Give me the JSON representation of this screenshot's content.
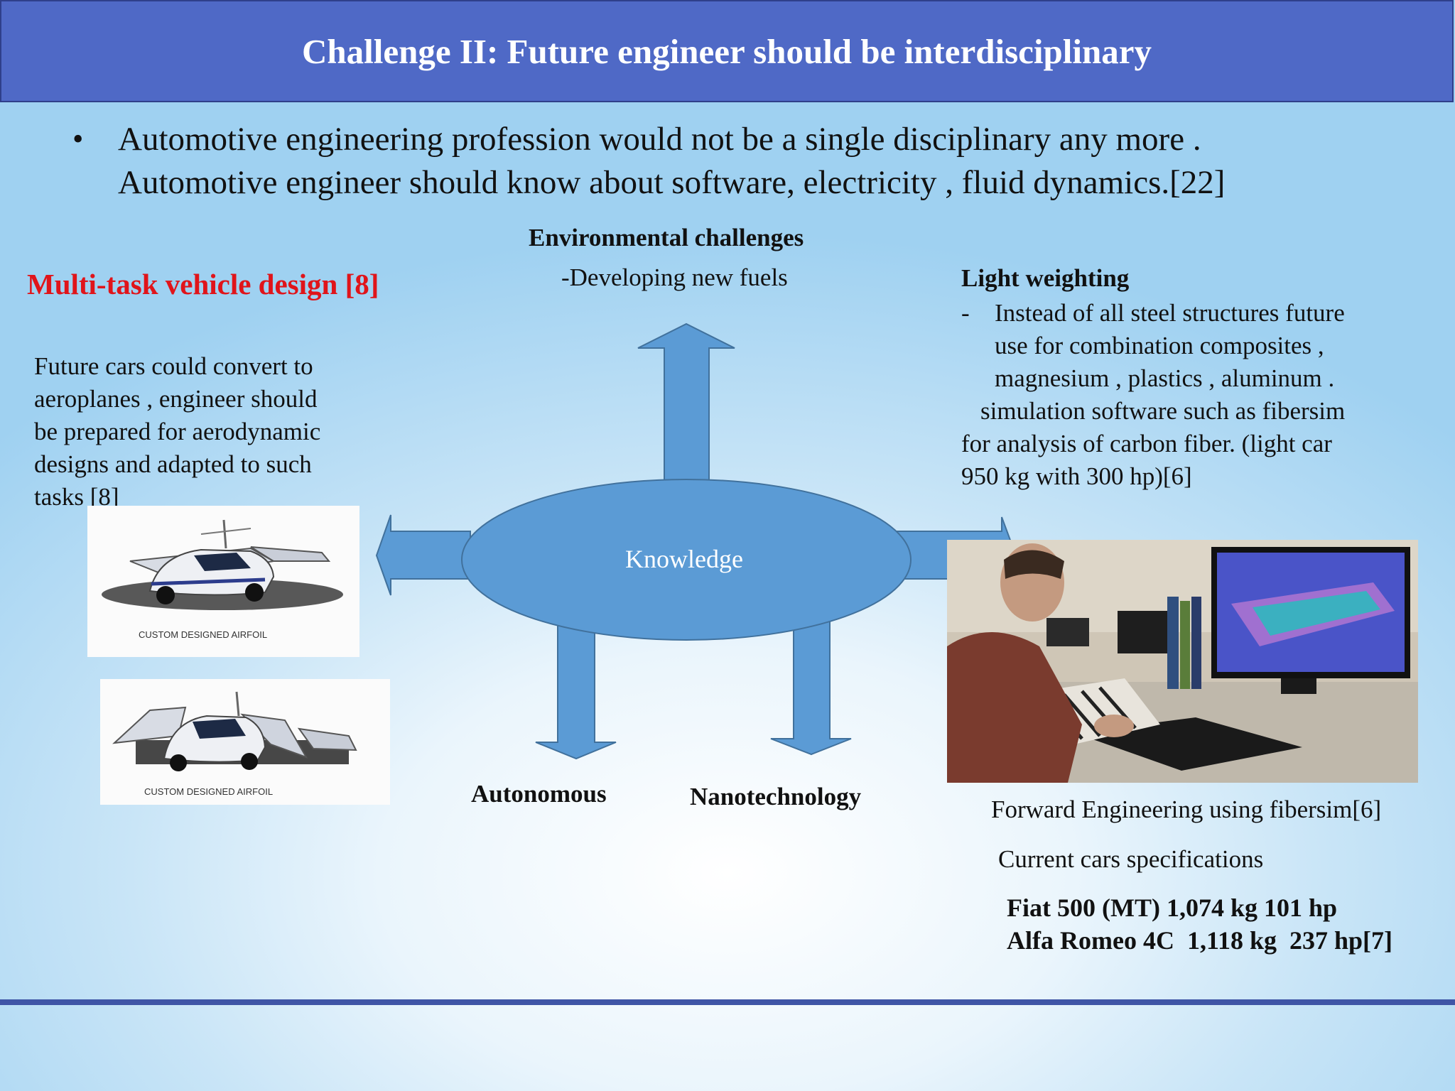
{
  "slide": {
    "title": "Challenge II: Future engineer should be interdisciplinary",
    "bullet_marker": "•",
    "bullet_line1": "Automotive engineering profession would not be a single disciplinary any more .",
    "bullet_line2": "Automotive engineer should know about software, electricity , fluid dynamics.[22]"
  },
  "left": {
    "heading": "Multi-task vehicle design [8]",
    "paragraph_lines": [
      "Future cars could convert to",
      "aeroplanes , engineer should",
      "be prepared for aerodynamic",
      "designs and adapted to such",
      "tasks [8]"
    ],
    "image1_caption": "CUSTOM DESIGNED AIRFOIL",
    "image2_caption": "CUSTOM DESIGNED AIRFOIL"
  },
  "diagram": {
    "center_label": "Knowledge",
    "top_heading": "Environmental challenges",
    "top_text": "-Developing new fuels",
    "bottom_left_label": "Autonomous",
    "bottom_right_label": "Nanotechnology",
    "colors": {
      "shape_fill": "#5b9bd5",
      "shape_stroke": "#41719c"
    }
  },
  "right": {
    "heading": "Light weighting",
    "dash": "-",
    "lines": [
      "Instead of all steel structures future",
      "use for combination composites ,",
      "magnesium , plastics , aluminum .",
      "simulation software such as fibersim",
      "for analysis of carbon fiber. (light car",
      "950 kg with 300 hp)[6]"
    ],
    "photo_caption": "Forward Engineering using fibersim[6]",
    "specs_heading": "Current cars specifications",
    "spec1": "Fiat 500 (MT) 1,074 kg 101 hp",
    "spec2": "Alfa Romeo 4C  1,118 kg  237 hp[7]"
  }
}
